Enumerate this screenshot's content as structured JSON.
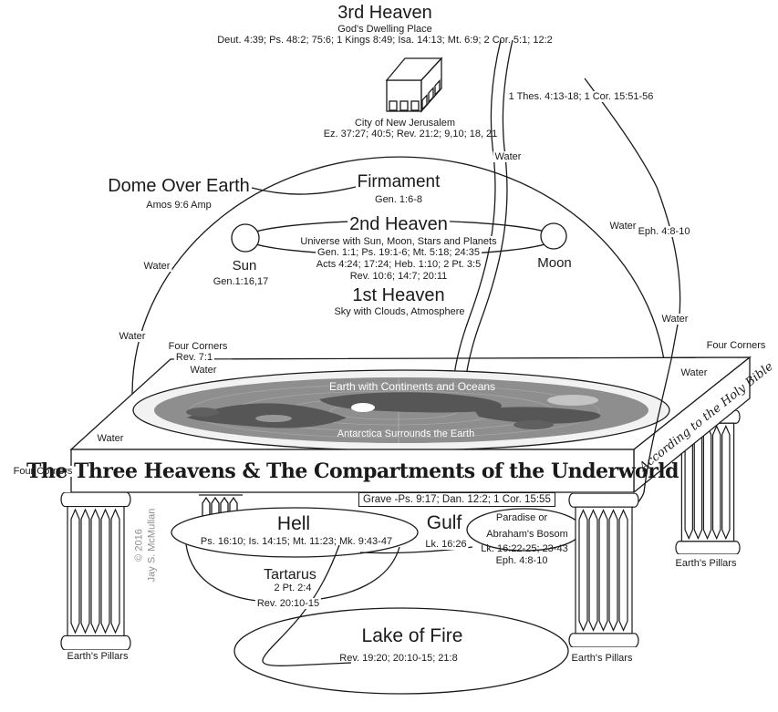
{
  "labels": {
    "water": "Water",
    "four_corners": "Four Corners"
  },
  "third_heaven": {
    "title": "3rd Heaven",
    "subtitle": "God's Dwelling Place",
    "refs": "Deut. 4:39; Ps. 48:2; 75:6; 1 Kings 8:49; Isa. 14:13; Mt. 6:9; 2 Cor. 5:1; 12:2"
  },
  "new_jerusalem": {
    "label": "City of New Jerusalem",
    "refs": "Ez. 37:27; 40:5; Rev. 21:2; 9,10; 18, 21"
  },
  "rapture_refs": "1 Thes. 4:13-18; 1 Cor. 15:51-56",
  "dome": {
    "title": "Dome Over Earth",
    "refs": "Amos 9:6 Amp"
  },
  "firmament": {
    "title": "Firmament",
    "refs": "Gen. 1:6-8"
  },
  "second_heaven": {
    "title": "2nd Heaven",
    "subtitle": "Universe with Sun, Moon, Stars and Planets",
    "refs_line1": "Gen. 1:1; Ps. 19:1-6; Mt. 5:18; 24:35",
    "refs_line2": "Acts 4:24; 17:24; Heb. 1:10; 2 Pt. 3:5",
    "refs_line3": "Rev. 10:6; 14:7; 20:11"
  },
  "sun": {
    "title": "Sun",
    "refs": "Gen.1:16,17"
  },
  "moon": {
    "title": "Moon"
  },
  "first_heaven": {
    "title": "1st Heaven",
    "subtitle": "Sky with Clouds, Atmosphere"
  },
  "ascension_refs": "Eph. 4:8-10",
  "four_corners_refs": "Rev. 7:1",
  "earth": {
    "top_label": "Earth with Continents and Oceans",
    "bottom_label": "Antarctica Surrounds the Earth"
  },
  "table": {
    "title": "The Three Heavens & The Compartments of the Underworld",
    "side_text": "According to the Holy Bible"
  },
  "grave_refs": "Grave -Ps. 9:17; Dan. 12:2; 1 Cor. 15:55",
  "hell": {
    "title": "Hell",
    "refs": "Ps. 16:10; Is. 14:15; Mt. 11:23; Mk. 9:43-47"
  },
  "gulf": {
    "title": "Gulf",
    "refs": "Lk. 16:26"
  },
  "paradise": {
    "line1": "Paradise or",
    "line2": "Abraham's Bosom",
    "refs": "Lk. 16:22-25; 23-43",
    "refs2": "Eph. 4:8-10"
  },
  "tartarus": {
    "title": "Tartarus",
    "refs": "2 Pt. 2:4"
  },
  "lake_of_fire": {
    "title": "Lake of Fire",
    "refs": "Rev. 19:20; 20:10-15; 21:8",
    "pointer_refs": "Rev. 20:10-15"
  },
  "pillars_label": "Earth's Pillars",
  "copyright": {
    "line1": "© 2016",
    "line2": "Jay S. McMullan"
  },
  "colors": {
    "ink": "#1a1a1a",
    "ocean": "#8e8e8e",
    "land": "#565656",
    "ice": "#f2f2f2"
  }
}
